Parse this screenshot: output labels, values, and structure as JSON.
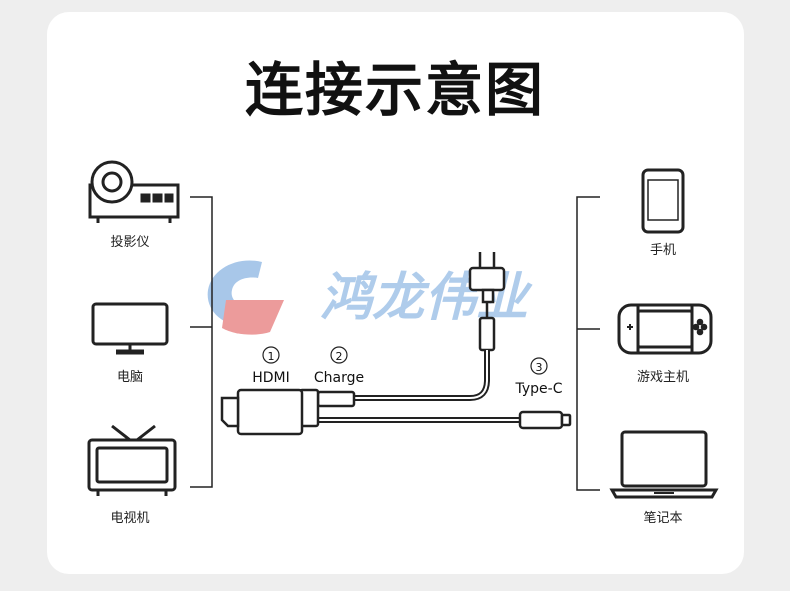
{
  "title": "连接示意图",
  "left_devices": [
    {
      "label": "投影仪",
      "icon": "projector-icon"
    },
    {
      "label": "电脑",
      "icon": "monitor-icon"
    },
    {
      "label": "电视机",
      "icon": "tv-icon"
    }
  ],
  "right_devices": [
    {
      "label": "手机",
      "icon": "phone-icon"
    },
    {
      "label": "游戏主机",
      "icon": "game-console-icon"
    },
    {
      "label": "笔记本",
      "icon": "laptop-icon"
    }
  ],
  "ports": [
    {
      "number": "1",
      "label": "HDMI"
    },
    {
      "number": "2",
      "label": "Charge"
    },
    {
      "number": "3",
      "label": "Type-C"
    }
  ],
  "watermark": "鸿龙伟业",
  "colors": {
    "stroke": "#222222",
    "watermark_blue": "#6fa3dc",
    "watermark_red": "#e05a5a",
    "card": "#ffffff",
    "background": "#eeeeee"
  }
}
